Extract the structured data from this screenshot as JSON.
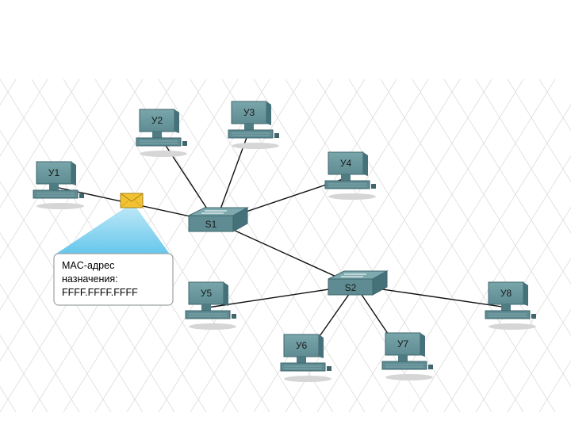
{
  "nodes": {
    "pc": [
      {
        "id": "u1",
        "label": "У1"
      },
      {
        "id": "u2",
        "label": "У2"
      },
      {
        "id": "u3",
        "label": "У3"
      },
      {
        "id": "u4",
        "label": "У4"
      },
      {
        "id": "u5",
        "label": "У5"
      },
      {
        "id": "u6",
        "label": "У6"
      },
      {
        "id": "u7",
        "label": "У7"
      },
      {
        "id": "u8",
        "label": "У8"
      }
    ],
    "switches": [
      {
        "id": "s1",
        "label": "S1"
      },
      {
        "id": "s2",
        "label": "S2"
      }
    ]
  },
  "links": [
    [
      "u1",
      "s1"
    ],
    [
      "u2",
      "s1"
    ],
    [
      "u3",
      "s1"
    ],
    [
      "u4",
      "s1"
    ],
    [
      "s1",
      "s2"
    ],
    [
      "u5",
      "s2"
    ],
    [
      "u6",
      "s2"
    ],
    [
      "u7",
      "s2"
    ],
    [
      "u8",
      "s2"
    ]
  ],
  "callout": {
    "line1": "MAC-адрес",
    "line2": "назначения:",
    "line3": "FFFF.FFFF.FFFF"
  },
  "colors": {
    "pc_body": "#5e8c92",
    "pc_dark": "#3f666c",
    "switch_body": "#5e8c92",
    "callout_fill": "#7fd0ee",
    "envelope": "#f2c230"
  }
}
